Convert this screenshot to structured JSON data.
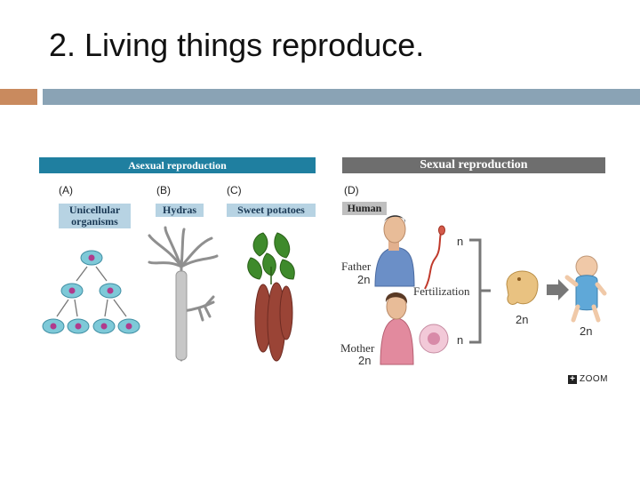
{
  "slide": {
    "title": "2. Living things reproduce."
  },
  "figure": {
    "asexual_header": "Asexual reproduction",
    "sexual_header": "Sexual reproduction",
    "panels": [
      {
        "letter": "(A)",
        "label": "Unicellular organisms"
      },
      {
        "letter": "(B)",
        "label": "Hydras"
      },
      {
        "letter": "(C)",
        "label": "Sweet potatoes"
      },
      {
        "letter": "(D)",
        "label": "Human"
      }
    ],
    "father": {
      "label": "Father",
      "ploidy": "2n"
    },
    "mother": {
      "label": "Mother",
      "ploidy": "2n"
    },
    "sperm_ploidy": "n",
    "egg_ploidy": "n",
    "fertilization": "Fertilization",
    "embryo_ploidy": "2n",
    "baby_ploidy": "2n",
    "zoom_label": "ZOOM"
  },
  "colors": {
    "asexual_header": "#1f7fa0",
    "sexual_header": "#6e6e6e",
    "accent_left_bar": "#c98a5e",
    "accent_right_bar": "#8aa3b5"
  }
}
